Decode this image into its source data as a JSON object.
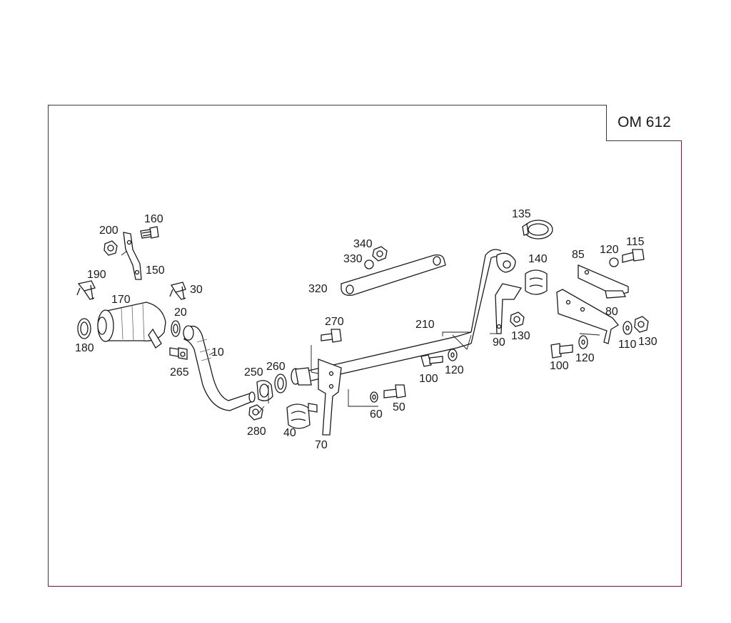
{
  "engine_label": "OM 612",
  "callouts": {
    "c10": "10",
    "c20": "20",
    "c30": "30",
    "c40": "40",
    "c50": "50",
    "c60": "60",
    "c70": "70",
    "c80": "80",
    "c85": "85",
    "c90": "90",
    "c100a": "100",
    "c100b": "100",
    "c110": "110",
    "c115": "115",
    "c120a": "120",
    "c120b": "120",
    "c120c": "120",
    "c130a": "130",
    "c130b": "130",
    "c135": "135",
    "c140": "140",
    "c150": "150",
    "c160": "160",
    "c170": "170",
    "c180": "180",
    "c190": "190",
    "c200": "200",
    "c210": "210",
    "c250": "250",
    "c260": "260",
    "c265": "265",
    "c270": "270",
    "c280": "280",
    "c320": "320",
    "c330": "330",
    "c340": "340"
  },
  "colors": {
    "frame": "#7a1a3a",
    "line": "#1a1a1a",
    "background": "#ffffff"
  }
}
